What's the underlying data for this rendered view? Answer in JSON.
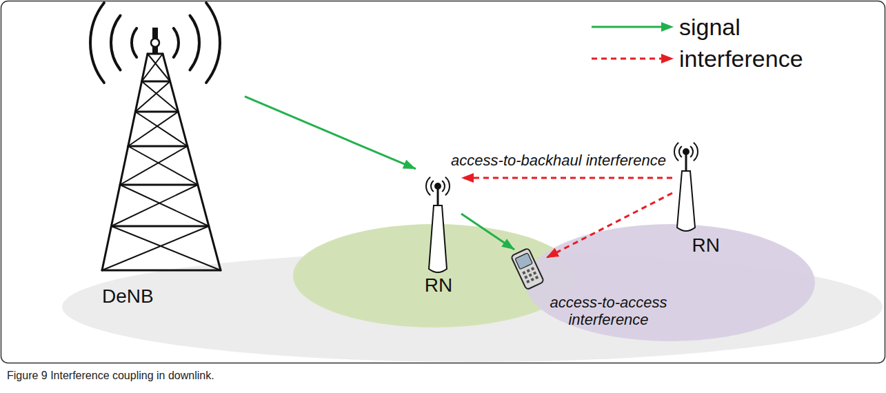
{
  "diagram": {
    "caption": "Figure 9 Interference coupling in downlink.",
    "nodes": [
      {
        "text": [
          "DeNB"
        ]
      },
      {
        "text": [
          "RN"
        ]
      },
      {
        "text": [
          "RN"
        ]
      },
      {
        "text": [
          "access-to-access interference"
        ]
      }
    ],
    "edges": [
      {
        "from": 0,
        "to": 1,
        "arrow": "to"
      },
      {
        "from": 1,
        "to": 3,
        "arrow": "to"
      },
      {
        "from": 2,
        "to": 1,
        "arrow": "to",
        "label": "access-to-backhaul interference"
      },
      {
        "from": 2,
        "to": 3,
        "arrow": "to"
      }
    ],
    "legend": [
      {
        "text": "signal"
      },
      {
        "text": "interference"
      }
    ]
  }
}
